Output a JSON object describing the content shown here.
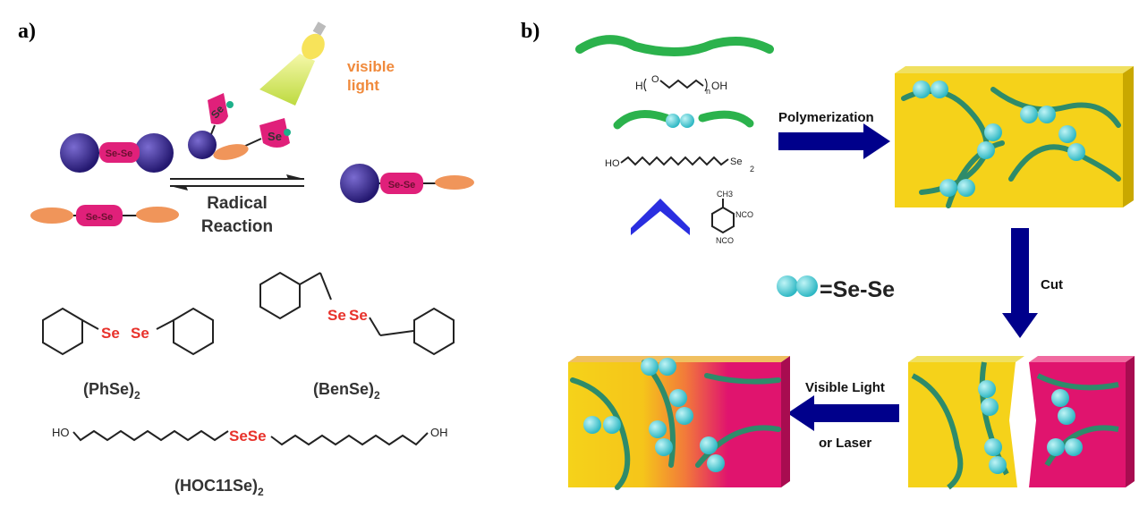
{
  "panel_a": {
    "label": "a)",
    "light_text_1": "visible",
    "light_text_2": "light",
    "reaction_text_1": "Radical",
    "reaction_text_2": "Reaction",
    "se_se": "Se-Se",
    "se": "Se",
    "compounds": {
      "phse": {
        "se1": "Se",
        "se2": "Se",
        "name": "(PhSe)",
        "sub": "2"
      },
      "bense": {
        "se1": "Se",
        "se2": "Se",
        "name": "(BenSe)",
        "sub": "2"
      },
      "hoc11se": {
        "left": "HO",
        "right": "OH",
        "se": "SeSe",
        "name": "(HOC11Se)",
        "sub": "2"
      }
    },
    "colors": {
      "sphere": "#3b2a8c",
      "pink": "#e0207a",
      "orange": "#f0955a",
      "light": "#f08a3c"
    }
  },
  "panel_b": {
    "label": "b)",
    "ptmg": {
      "h": "H",
      "o": "O",
      "n": "n",
      "oh": "OH"
    },
    "diselenide": {
      "ho": "HO",
      "se": "Se",
      "sub": "2"
    },
    "tdi": {
      "ch3": "CH3",
      "nco1": "NCO",
      "nco2": "NCO"
    },
    "polymerization": "Polymerization",
    "cut": "Cut",
    "legend": "=Se-Se",
    "heal_1": "Visible Light",
    "heal_2": "or Laser",
    "colors": {
      "arrow": "#00008b",
      "yellow": "#f5d21a",
      "magenta": "#e0146e",
      "bead": "#4fd6df",
      "chain": "#2e8b6a"
    }
  }
}
